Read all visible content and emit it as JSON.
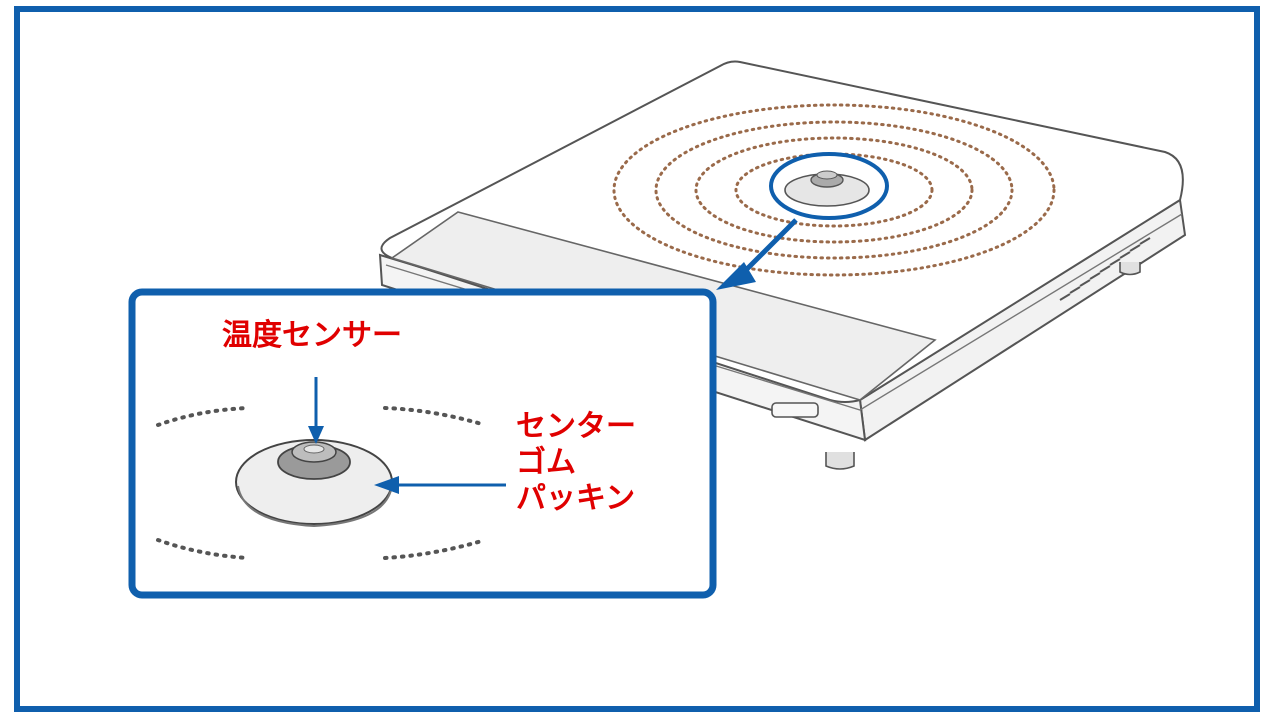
{
  "labels": {
    "temperature_sensor": "温度センサー",
    "center_rubber_gasket": [
      "センター",
      "ゴム",
      "パッキン"
    ]
  },
  "colors": {
    "frame": "#0f5fad",
    "callout": "#0f5fad",
    "label_text": "#e00000",
    "dotted_rings": "#9a6a4a"
  }
}
